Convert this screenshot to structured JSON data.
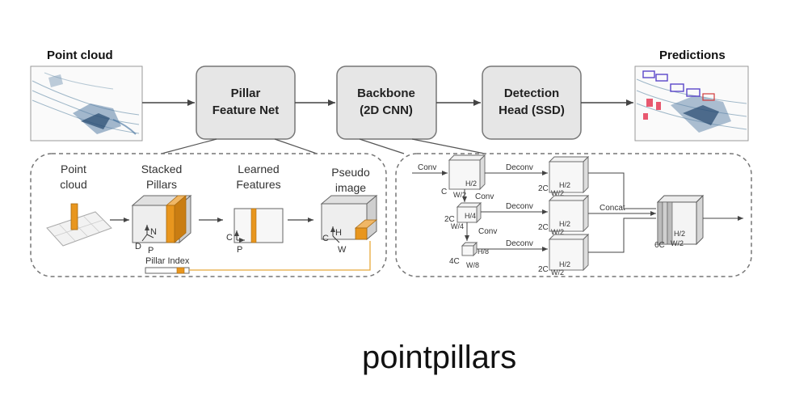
{
  "inputs": {
    "point_cloud": "Point cloud",
    "predictions": "Predictions"
  },
  "stages": {
    "pfn_line1": "Pillar",
    "pfn_line2": "Feature Net",
    "backbone_line1": "Backbone",
    "backbone_line2": "(2D CNN)",
    "head_line1": "Detection",
    "head_line2": "Head (SSD)"
  },
  "pfn_detail": {
    "point_line1": "Point",
    "point_line2": "cloud",
    "stacked_line1": "Stacked",
    "stacked_line2": "Pillars",
    "learned_line1": "Learned",
    "learned_line2": "Features",
    "pseudo_line1": "Pseudo",
    "pseudo_line2": "image",
    "pillar_index": "Pillar Index",
    "dim_N": "N",
    "dim_D": "D",
    "dim_P": "P",
    "dim_C": "C",
    "dim_H": "H",
    "dim_W": "W"
  },
  "backbone_detail": {
    "conv": "Conv",
    "deconv": "Deconv",
    "concat": "Concat",
    "C": "C",
    "2C": "2C",
    "4C": "4C",
    "6C": "6C",
    "H2": "H/2",
    "W2": "W/2",
    "H4": "H/4",
    "W4": "W/4",
    "H8": "H/8",
    "W8": "W/8"
  },
  "caption": "pointpillars",
  "colors": {
    "orange": "#E8961E",
    "box_fill": "#E6E6E6",
    "dash": "#777777",
    "text": "#222222"
  }
}
